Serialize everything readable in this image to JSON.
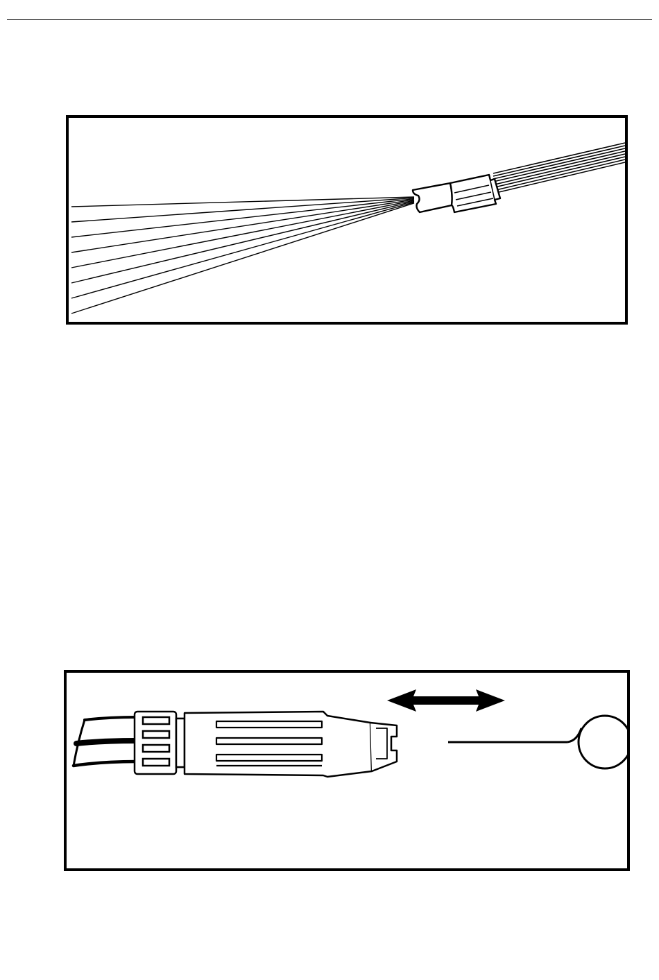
{
  "page": {
    "background": "#ffffff",
    "ink": "#000000"
  },
  "figure_1": {
    "subject": "fiber-fanout-and-connector",
    "fiber_count": 8
  },
  "figure_2": {
    "subject": "connector-cap-and-ring-tool",
    "arrow": "double-headed"
  }
}
